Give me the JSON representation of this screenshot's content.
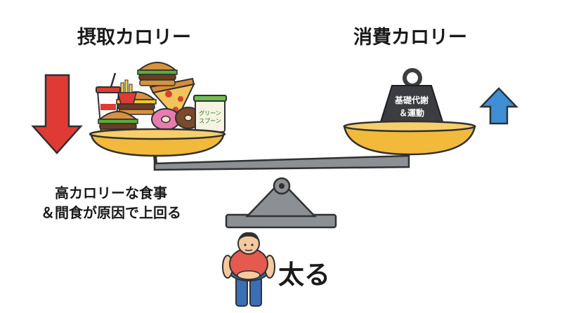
{
  "intake": {
    "title": "摂取カロリー",
    "arrow_color": "#e03a34",
    "spoon_label_line1": "グリーン",
    "spoon_label_line2": "スプーン"
  },
  "burn": {
    "title": "消費カロリー",
    "arrow_color": "#3e8fd6",
    "weight_label_line1": "基礎代謝",
    "weight_label_line2": "＆運動"
  },
  "cause": {
    "line1": "高カロリーな食事",
    "line2": "＆間食が原因で上回る"
  },
  "result": {
    "label": "太る"
  },
  "colors": {
    "pan": "#f2b93b",
    "beam": "#8c8f93",
    "weight": "#3b3d40"
  }
}
